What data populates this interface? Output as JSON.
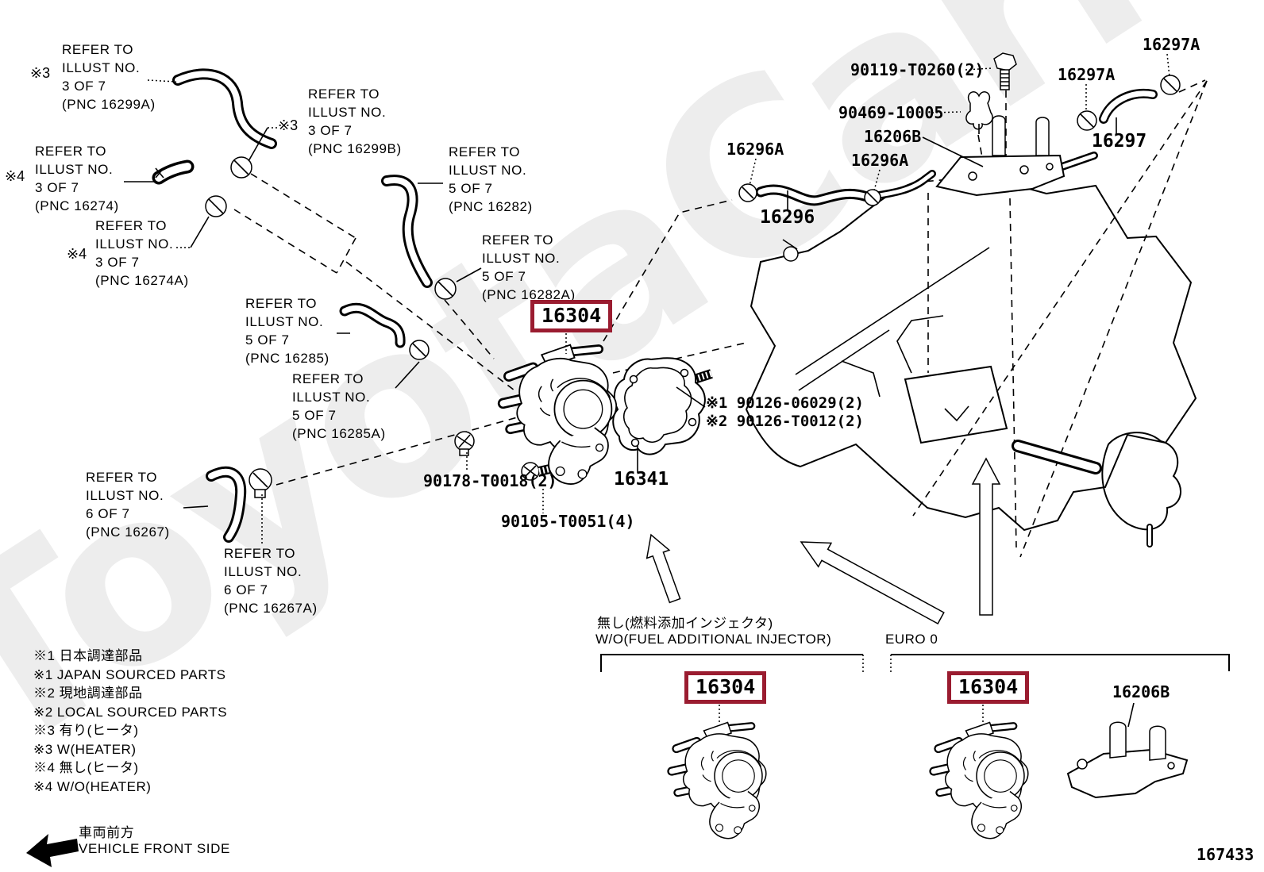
{
  "watermark": "ToyotaCarMne.ru",
  "doc_number": "167433",
  "colors": {
    "highlight_border": "#9a1c30",
    "line": "#000000",
    "watermark_gray": "#ededed"
  },
  "highlight_label": "16304",
  "refer_notes": [
    {
      "marker": "※3",
      "lines": [
        "REFER TO",
        "ILLUST NO.",
        "3 OF 7",
        "(PNC 16299A)"
      ]
    },
    {
      "marker": "※3",
      "lines": [
        "REFER TO",
        "ILLUST NO.",
        "3 OF 7",
        "(PNC 16299B)"
      ]
    },
    {
      "marker": "※4",
      "lines": [
        "REFER TO",
        "ILLUST NO.",
        "3 OF 7",
        "(PNC 16274)"
      ]
    },
    {
      "marker": "※4",
      "lines": [
        "REFER TO",
        "ILLUST NO.",
        "3 OF 7",
        "(PNC 16274A)"
      ]
    },
    {
      "marker": "",
      "lines": [
        "REFER TO",
        "ILLUST NO.",
        "5 OF 7",
        "(PNC 16282)"
      ]
    },
    {
      "marker": "",
      "lines": [
        "REFER TO",
        "ILLUST NO.",
        "5 OF 7",
        "(PNC 16282A)"
      ]
    },
    {
      "marker": "",
      "lines": [
        "REFER TO",
        "ILLUST NO.",
        "5 OF 7",
        "(PNC 16285)"
      ]
    },
    {
      "marker": "",
      "lines": [
        "REFER TO",
        "ILLUST NO.",
        "5 OF 7",
        "(PNC 16285A)"
      ]
    },
    {
      "marker": "",
      "lines": [
        "REFER TO",
        "ILLUST NO.",
        "6 OF 7",
        "(PNC 16267)"
      ]
    },
    {
      "marker": "",
      "lines": [
        "REFER TO",
        "ILLUST NO.",
        "6 OF 7",
        "(PNC 16267A)"
      ]
    }
  ],
  "labels": {
    "bolt_90119": "90119-T0260(2)",
    "clip_90469": "90469-10005",
    "bracket_16206B_top": "16206B",
    "clamp_16296A_left": "16296A",
    "clamp_16296A_right": "16296A",
    "hose_16296": "16296",
    "clamp_16297A_top": "16297A",
    "clamp_16297A_mid": "16297A",
    "hose_16297": "16297",
    "stud_note_1": "※1 90126-06029(2)",
    "stud_note_2": "※2 90126-T0012(2)",
    "nut_90178": "90178-T0018(2)",
    "gasket_16341": "16341",
    "bolt_90105": "90105-T0051(4)",
    "bracket_16206B_bottom": "16206B"
  },
  "variants": {
    "wo_injector_jp": "無し(燃料添加インジェクタ)",
    "wo_injector_en": "W/O(FUEL ADDITIONAL INJECTOR)",
    "euro": "EURO 0"
  },
  "footnotes": [
    "※1 日本調達部品",
    "※1 JAPAN SOURCED PARTS",
    "※2 現地調達部品",
    "※2 LOCAL SOURCED PARTS",
    "※3 有り(ヒータ)",
    "※3 W(HEATER)",
    "※4 無し(ヒータ)",
    "※4 W/O(HEATER)"
  ],
  "front_side": {
    "jp": "車両前方",
    "en": "VEHICLE FRONT SIDE"
  }
}
